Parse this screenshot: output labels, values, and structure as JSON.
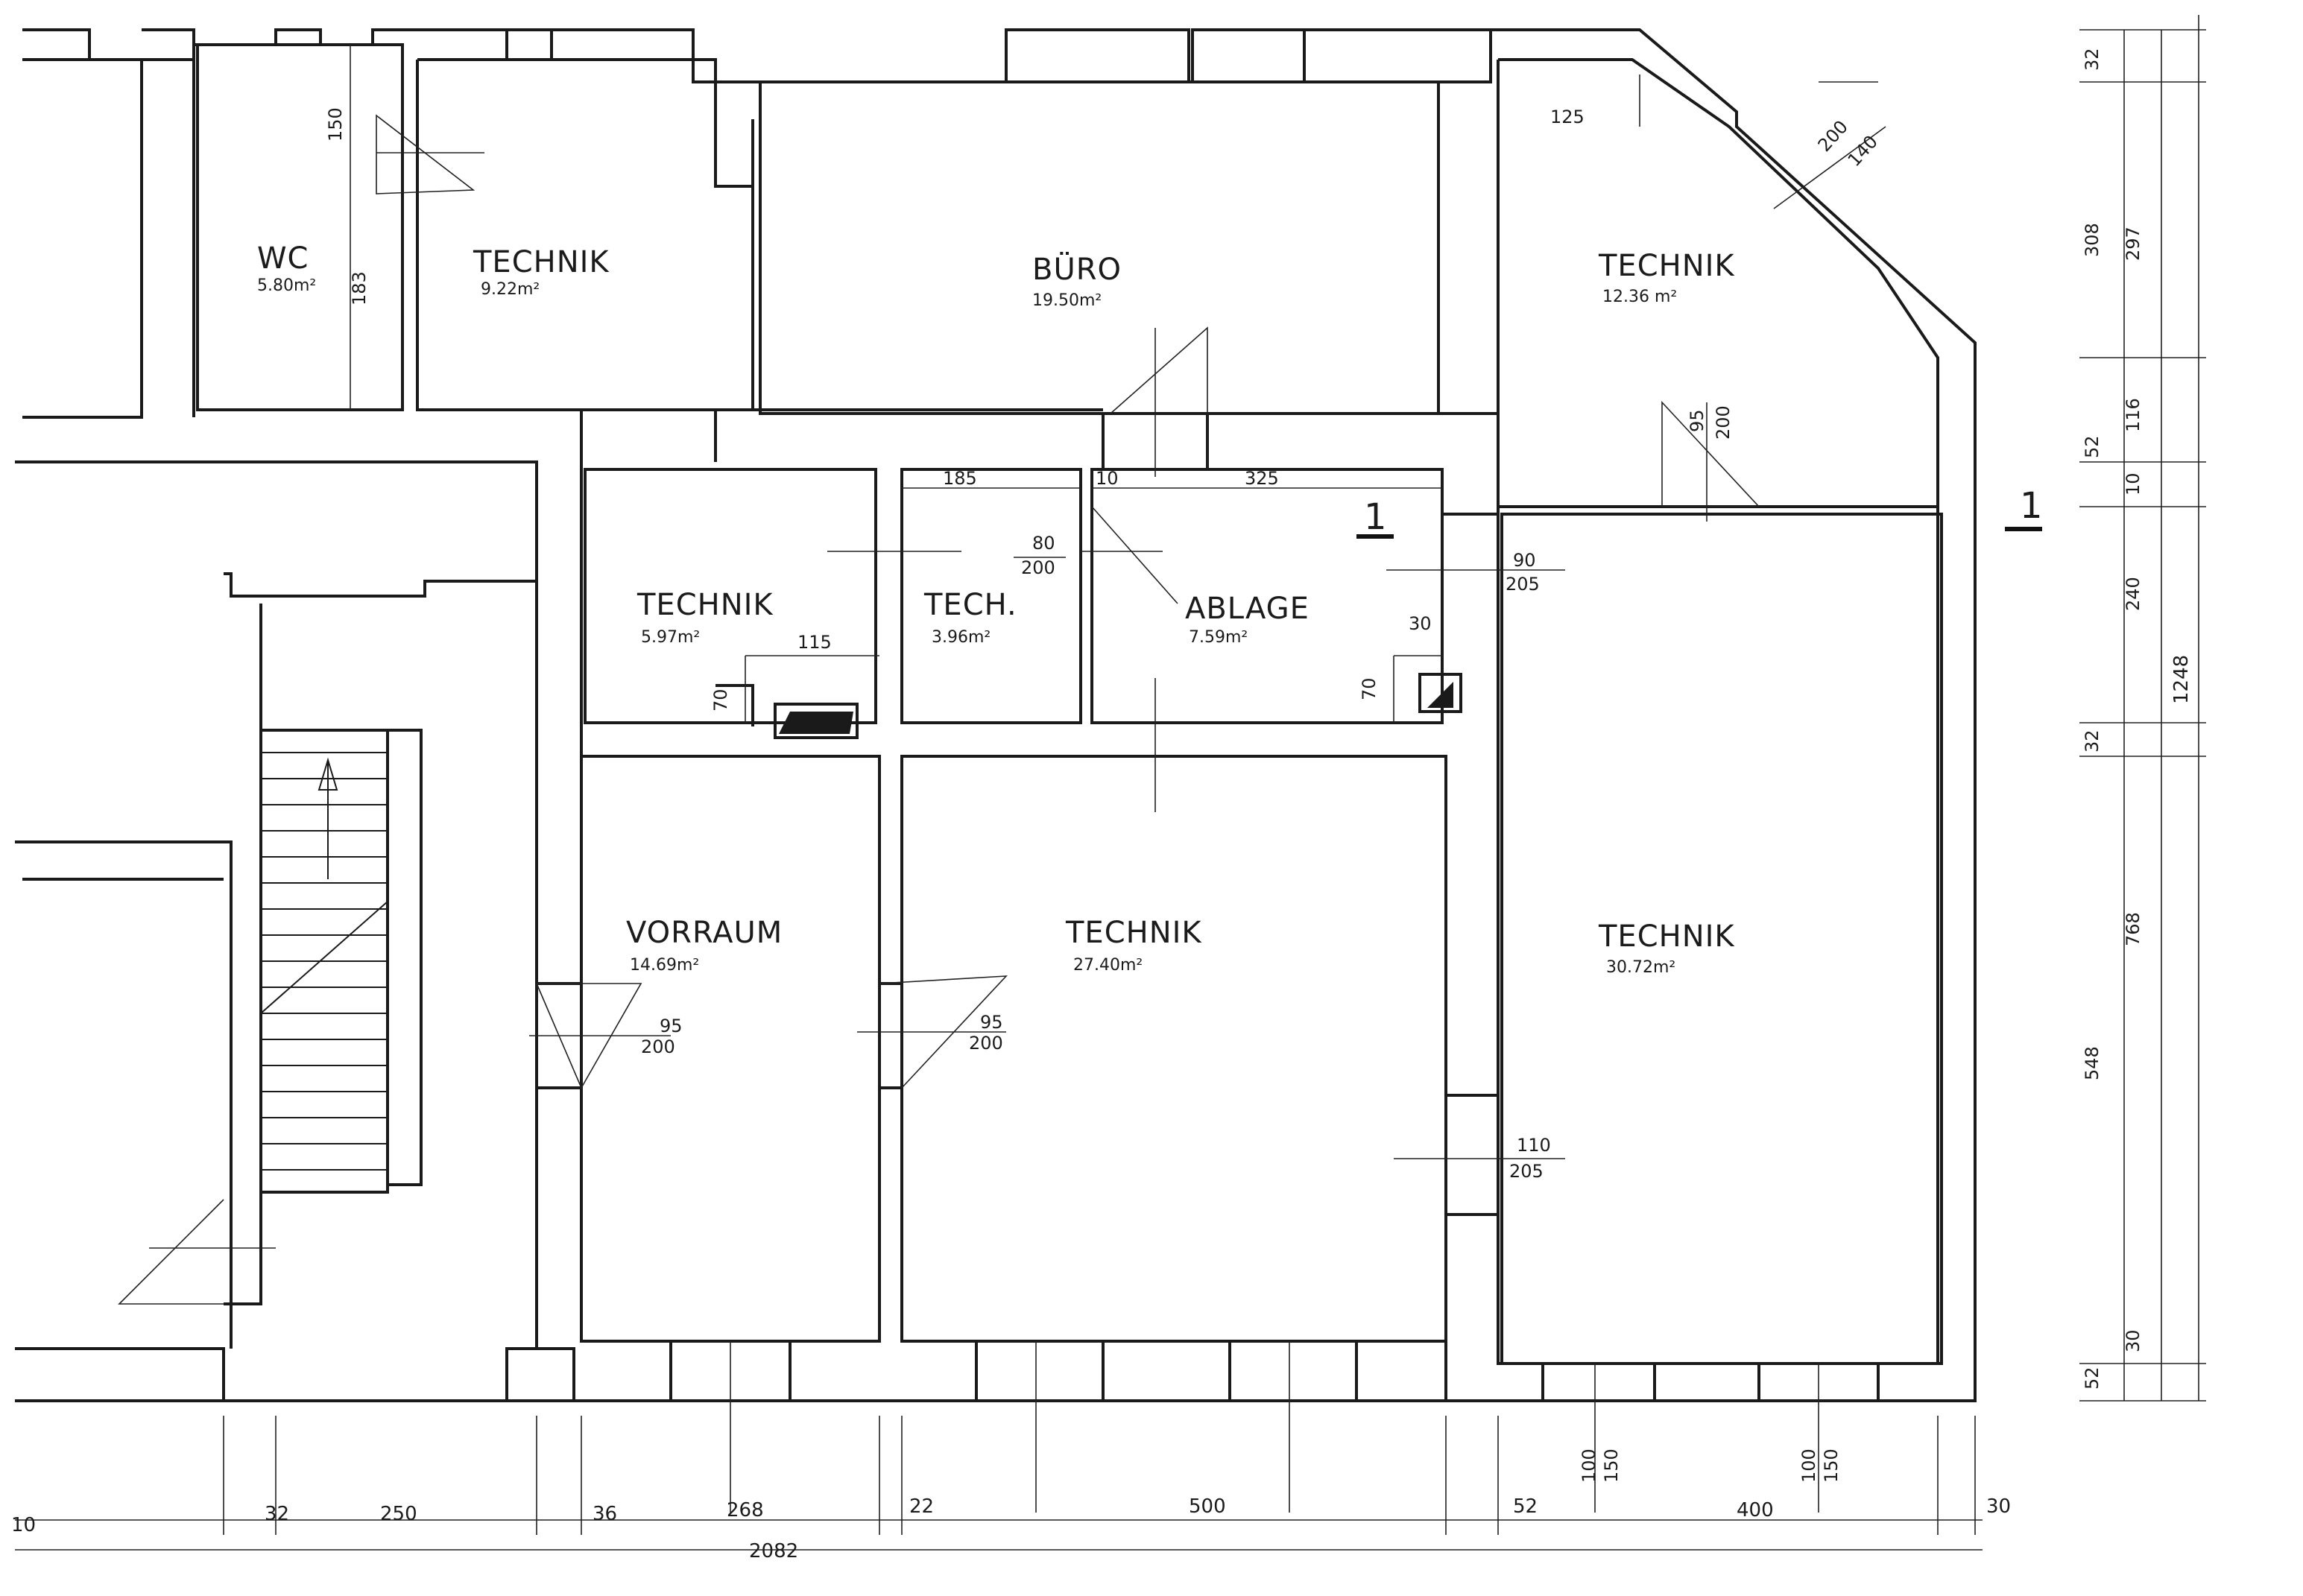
{
  "rooms": {
    "wc": {
      "name": "WC",
      "area": "5.80m²"
    },
    "technik_a": {
      "name": "TECHNIK",
      "area": "9.22m²"
    },
    "buero": {
      "name": "BÜRO",
      "area": "19.50m²"
    },
    "technik_b": {
      "name": "TECHNIK",
      "area": "12.36 m²"
    },
    "technik_c": {
      "name": "TECHNIK",
      "area": "5.97m²"
    },
    "tech": {
      "name": "TECH.",
      "area": "3.96m²"
    },
    "ablage": {
      "name": "ABLAGE",
      "area": "7.59m²"
    },
    "vorraum": {
      "name": "VORRAUM",
      "area": "14.69m²"
    },
    "technik_d": {
      "name": "TECHNIK",
      "area": "27.40m²"
    },
    "technik_e": {
      "name": "TECHNIK",
      "area": "30.72m²"
    }
  },
  "doors": {
    "ablage_door": {
      "width": "80",
      "height": "200"
    },
    "vorraum_door": {
      "width": "95",
      "height": "200"
    },
    "technik_d_door": {
      "width": "95",
      "height": "200"
    },
    "right_door_top": {
      "width": "90",
      "height": "205"
    },
    "right_door_low": {
      "width": "110",
      "height": "205"
    },
    "technik_b_door": {
      "width": "95",
      "height": "200"
    },
    "diag_window": {
      "top": "200",
      "bottom": "140"
    }
  },
  "dims": {
    "wc_top": "150",
    "wc_side": "183",
    "technik_b_top": "125",
    "room_185": "185",
    "room_10": "10",
    "room_325": "325",
    "nische_115": "115",
    "nische_70": "70",
    "ablage_70": "70",
    "ablage_30": "30",
    "bottom": [
      "10",
      "32",
      "250",
      "36",
      "268",
      "22",
      "500",
      "52",
      "400",
      "30"
    ],
    "bottom_total": "2082",
    "win1": {
      "w": "100",
      "h": "150"
    },
    "win2": {
      "w": "100",
      "h": "150"
    },
    "right_inner": [
      "32",
      "52",
      "10",
      "32",
      "52"
    ],
    "right_mid": [
      "308",
      "297",
      "116",
      "240",
      "768",
      "548",
      "30"
    ],
    "right_total": "1248"
  },
  "section_mark": "1"
}
